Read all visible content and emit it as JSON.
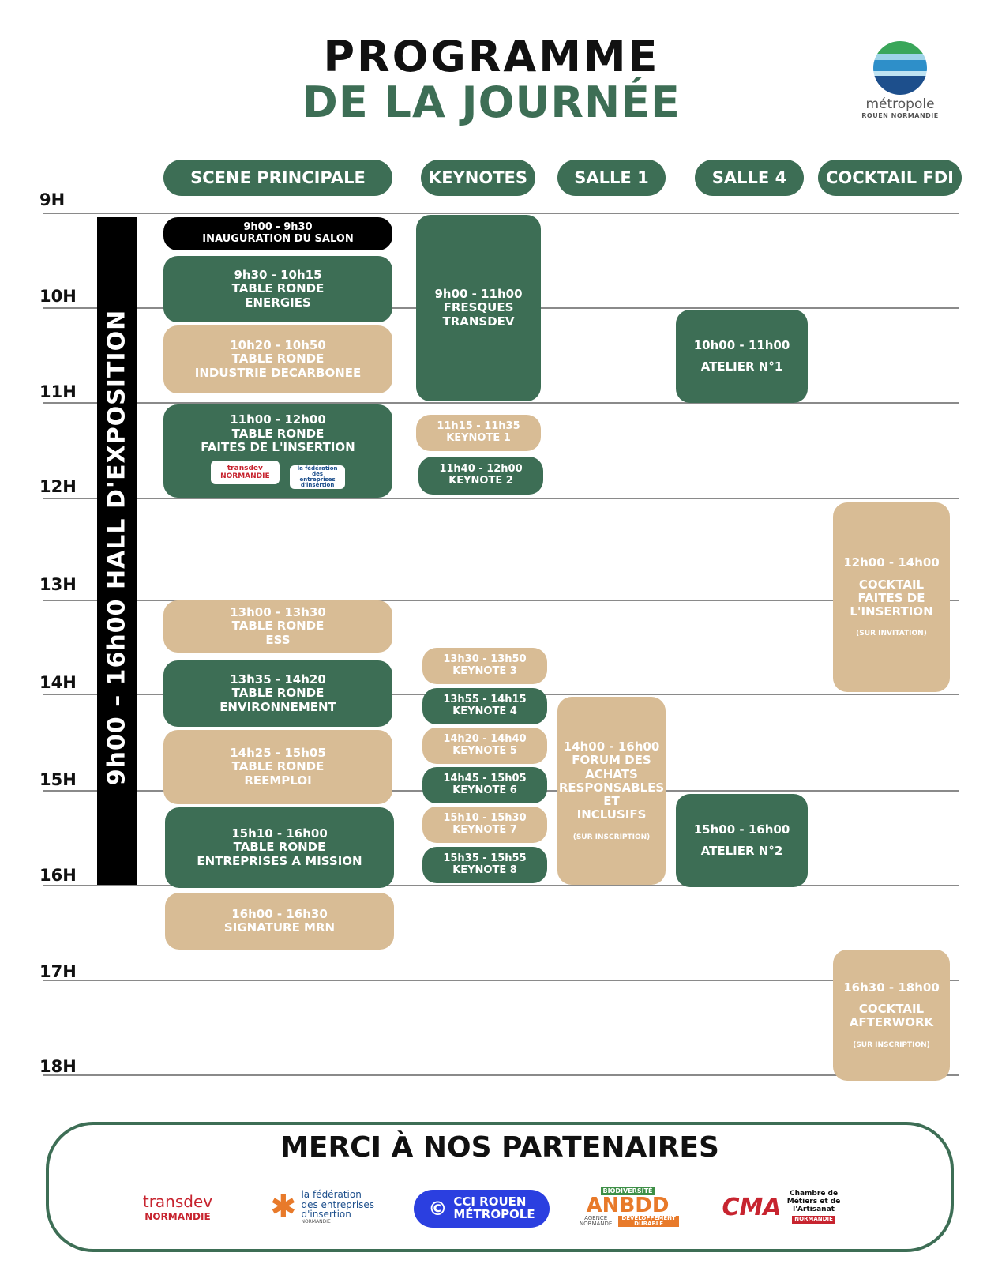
{
  "header": {
    "title_line1": "PROGRAMME",
    "title_line2": "DE LA JOURNÉE",
    "logo_word": "métropole",
    "logo_sub": "ROUEN NORMANDIE"
  },
  "columns": [
    "SCENE PRINCIPALE",
    "KEYNOTES",
    "SALLE 1",
    "SALLE 4",
    "COCKTAIL FDI"
  ],
  "hours": [
    "9H",
    "10H",
    "11H",
    "12H",
    "13H",
    "14H",
    "15H",
    "16H",
    "17H",
    "18H"
  ],
  "hall": "9h00 – 16h00     HALL D'EXPOSITION",
  "scene": [
    {
      "time": "9h00 - 9h30",
      "line1": "INAUGURATION DU SALON"
    },
    {
      "time": "9h30 - 10h15",
      "line1": "TABLE RONDE",
      "line2": "ENERGIES"
    },
    {
      "time": "10h20 - 10h50",
      "line1": "TABLE RONDE",
      "line2": "INDUSTRIE DECARBONEE"
    },
    {
      "time": "11h00 - 12h00",
      "line1": "TABLE RONDE",
      "line2": "FAITES DE L'INSERTION"
    },
    {
      "time": "13h00 - 13h30",
      "line1": "TABLE RONDE",
      "line2": "ESS"
    },
    {
      "time": "13h35 - 14h20",
      "line1": "TABLE RONDE",
      "line2": "ENVIRONNEMENT"
    },
    {
      "time": "14h25 - 15h05",
      "line1": "TABLE RONDE",
      "line2": "REEMPLOI"
    },
    {
      "time": "15h10 - 16h00",
      "line1": "TABLE RONDE",
      "line2": "ENTREPRISES A MISSION"
    },
    {
      "time": "16h00 - 16h30",
      "line1": "SIGNATURE MRN"
    }
  ],
  "scene_logos": [
    "transdev NORMANDIE",
    "la fédération des entreprises d'insertion"
  ],
  "keynotes": [
    {
      "time": "9h00 - 11h00",
      "line1": "FRESQUES",
      "line2": "TRANSDEV"
    },
    {
      "time": "11h15 - 11h35",
      "line1": "KEYNOTE 1"
    },
    {
      "time": "11h40 - 12h00",
      "line1": "KEYNOTE 2"
    },
    {
      "time": "13h30 - 13h50",
      "line1": "KEYNOTE 3"
    },
    {
      "time": "13h55 - 14h15",
      "line1": "KEYNOTE 4"
    },
    {
      "time": "14h20 - 14h40",
      "line1": "KEYNOTE 5"
    },
    {
      "time": "14h45 - 15h05",
      "line1": "KEYNOTE 6"
    },
    {
      "time": "15h10 - 15h30",
      "line1": "KEYNOTE 7"
    },
    {
      "time": "15h35 - 15h55",
      "line1": "KEYNOTE 8"
    }
  ],
  "salle1": {
    "time": "14h00 - 16h00",
    "lines": [
      "FORUM DES",
      "ACHATS",
      "RESPONSABLES",
      "ET",
      "INCLUSIFS"
    ],
    "note": "(SUR INSCRIPTION)"
  },
  "salle4": [
    {
      "time": "10h00 - 11h00",
      "line1": "ATELIER N°1"
    },
    {
      "time": "15h00 - 16h00",
      "line1": "ATELIER N°2"
    }
  ],
  "cocktail": [
    {
      "time": "12h00 - 14h00",
      "lines": [
        "COCKTAIL",
        "FAITES DE",
        "L'INSERTION"
      ],
      "note": "(SUR INVITATION)"
    },
    {
      "time": "16h30 - 18h00",
      "lines": [
        "COCKTAIL",
        "AFTERWORK"
      ],
      "note": "(SUR INSCRIPTION)"
    }
  ],
  "partners": {
    "title": "MERCI À NOS PARTENAIRES",
    "transdev": [
      "transdev",
      "NORMANDIE"
    ],
    "fede": [
      "la fédération",
      "des entreprises",
      "d'insertion",
      "NORMANDIE"
    ],
    "cci": [
      "CCI ROUEN",
      "MÉTROPOLE"
    ],
    "anbdd": [
      "BIODIVERSITÉ",
      "ANBDD",
      "AGENCE NORMANDE",
      "DÉVELOPPEMENT DURABLE"
    ],
    "cma": [
      "CMA",
      "Chambre de Métiers et de l'Artisanat",
      "NORMANDIE"
    ]
  },
  "colors": {
    "green": "#3d6e55",
    "tan": "#d8bc95",
    "black": "#000000",
    "transdev_red": "#c7242f",
    "cci_blue": "#2b3fe0"
  }
}
